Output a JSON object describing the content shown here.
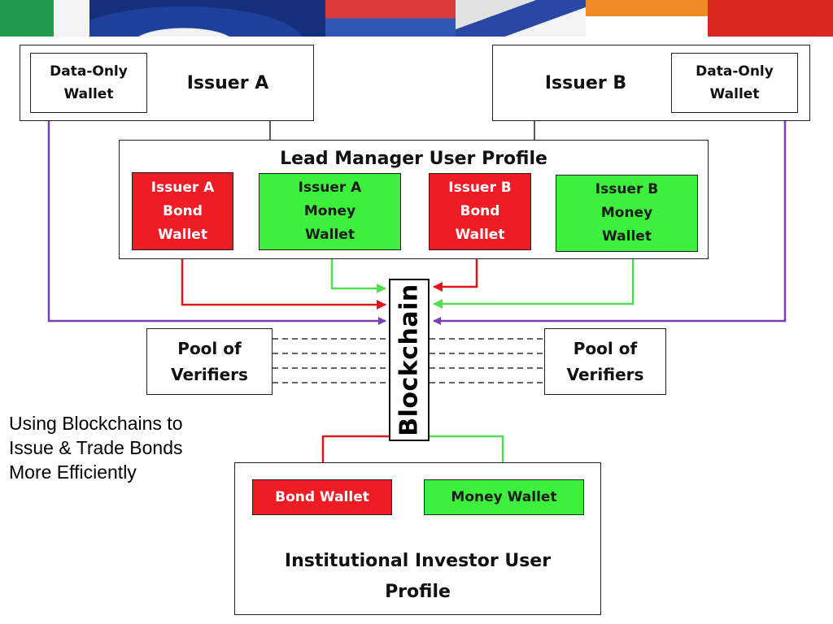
{
  "issuers": {
    "a": {
      "title": "Issuer A",
      "wallet": "Data-Only\nWallet"
    },
    "b": {
      "title": "Issuer B",
      "wallet": "Data-Only\nWallet"
    }
  },
  "lead_manager": {
    "title": "Lead Manager User Profile",
    "wallets": [
      {
        "label": "Issuer A\nBond\nWallet",
        "type": "bond"
      },
      {
        "label": "Issuer A\nMoney\nWallet",
        "type": "money"
      },
      {
        "label": "Issuer B\nBond\nWallet",
        "type": "bond"
      },
      {
        "label": "Issuer B\nMoney\nWallet",
        "type": "money"
      }
    ]
  },
  "blockchain": {
    "label": "Blockchain"
  },
  "verifiers": {
    "left": "Pool of\nVerifiers",
    "right": "Pool of\nVerifiers"
  },
  "investor": {
    "title": "Institutional Investor User\nProfile",
    "bond_wallet": "Bond Wallet",
    "money_wallet": "Money Wallet"
  },
  "caption": "Using Blockchains to\nIssue & Trade Bonds\nMore Efficiently",
  "colors": {
    "bond": "#ee1c24",
    "money": "#3ef03e",
    "data_arrow": "#7b3fb5",
    "bond_arrow": "#e0141c",
    "money_arrow": "#4fe04f"
  }
}
